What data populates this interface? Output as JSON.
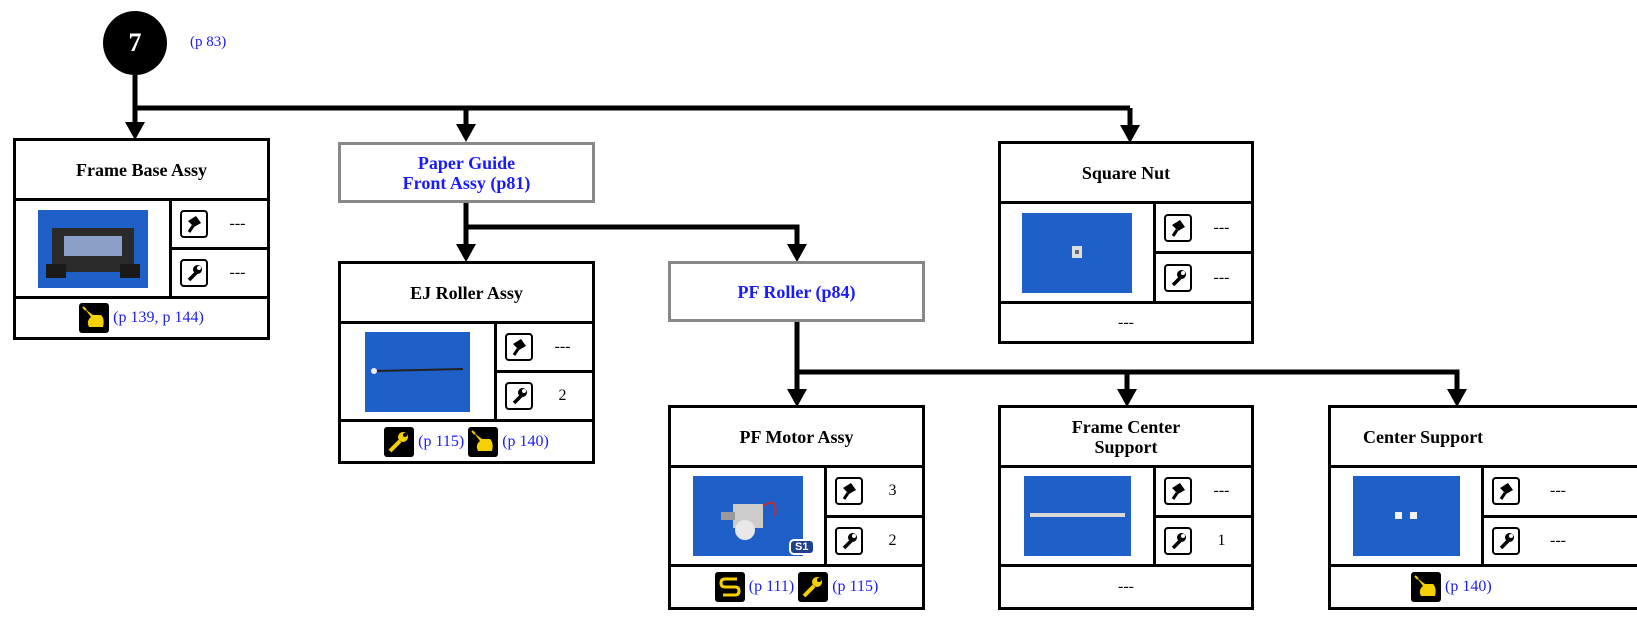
{
  "step": {
    "number": "7",
    "ref": "(p 83)"
  },
  "groups": {
    "paper_guide": {
      "line1": "Paper Guide",
      "line2": "Front Assy (p81)"
    },
    "pf_roller": {
      "label": "PF Roller (p84)"
    }
  },
  "cards": {
    "frame_base": {
      "title": "Frame Base Assy",
      "screws": "---",
      "wrench": "---",
      "foot_ref": "(p 139, p 144)"
    },
    "ej_roller": {
      "title": "EJ Roller Assy",
      "screws": "---",
      "wrench": "2",
      "foot_ref1": "(p 115)",
      "foot_ref2": "(p 140)"
    },
    "square_nut": {
      "title": "Square Nut",
      "screws": "---",
      "wrench": "---",
      "foot": "---"
    },
    "pf_motor": {
      "title": "PF Motor Assy",
      "screws": "3",
      "wrench": "2",
      "badge": "S1",
      "foot_ref1": "(p 111)",
      "foot_ref2": "(p 115)"
    },
    "frame_center": {
      "title_line1": "Frame Center",
      "title_line2": "Support",
      "screws": "---",
      "wrench": "1",
      "foot": "---"
    },
    "center_support": {
      "title": "Center Support",
      "screws": "---",
      "wrench": "---",
      "foot_ref": "(p 140)"
    }
  },
  "icons": [
    "screw-icon",
    "wrench-icon",
    "oil-icon",
    "adjust-icon",
    "route-icon"
  ],
  "colors": {
    "link": "#1a1aff",
    "photo_bg": "#1f5fc8",
    "icon_yellow": "#f5d000"
  }
}
